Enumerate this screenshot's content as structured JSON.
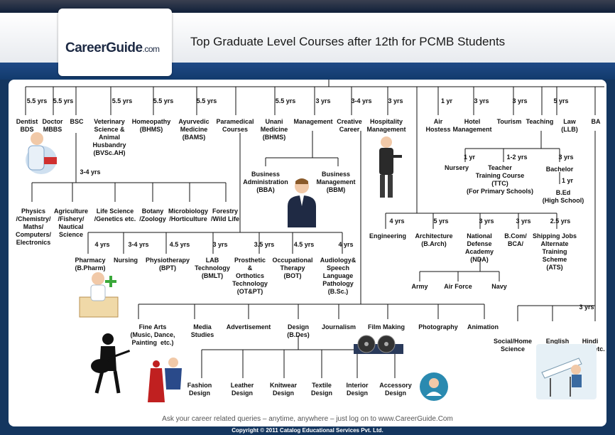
{
  "header": {
    "logo_main": "CareerGuide",
    "logo_suffix": ".com",
    "title": "Top Graduate Level Courses after 12th for PCMB Students"
  },
  "footer": {
    "tagline": "Ask your career related queries – anytime, anywhere – just log on to www.CareerGuide.Com",
    "copyright": "Copyright © 2011 Catalog Educational Services Pvt. Ltd."
  },
  "labels": {
    "d_dentist": "5.5 yrs",
    "d_doctor": "5.5 yrs",
    "d_vet": "5.5 yrs",
    "d_homeo": "5.5 yrs",
    "d_ayur": "5.5 yrs",
    "d_unani": "5.5 yrs",
    "d_mgmt": "3 yrs",
    "d_creative": "3-4 yrs",
    "d_hosp": "3 yrs",
    "d_air": "1 yr",
    "d_hotel": "3 yrs",
    "d_tourism": "3 yrs",
    "d_law": "5 yrs",
    "d_bsc": "3-4 yrs",
    "d_nursery": "1 yr",
    "d_ttc": "1-2 yrs",
    "d_bachelor": "3 yrs",
    "d_bed": "1 yr",
    "d_pharm": "4 yrs",
    "d_nursing": "3-4 yrs",
    "d_physio": "4.5 yrs",
    "d_lab": "3 yrs",
    "d_pros": "3.5 yrs",
    "d_occ": "4.5 yrs",
    "d_audio": "4 yrs",
    "d_eng": "4 yrs",
    "d_arch": "5 yrs",
    "d_nda": "3 yrs",
    "d_bcom": "3 yrs",
    "d_ship": "2.5 yrs",
    "d_ba": "3 yrs",
    "dentist": "Dentist\nBDS",
    "doctor": "Doctor\nMBBS",
    "bsc": "BSC",
    "vet": "Veterinary\nScience &\nAnimal\nHusbandry\n(BVSc.AH)",
    "homeo": "Homeopathy\n(BHMS)",
    "ayur": "Ayurvedic\nMedicine\n(BAMS)",
    "para": "Paramedical\nCourses",
    "unani": "Unani\nMedicine\n(BHMS)",
    "mgmt": "Management",
    "creative": "Creative\nCareer",
    "hosp": "Hospitality\nManagement",
    "air": "Air\nHostess",
    "hotel": "Hotel\nManagement",
    "tourism": "Tourism",
    "teaching": "Teaching",
    "law": "Law\n(LLB)",
    "ba": "BA",
    "physics": "Physics\n/Chemistry/\nMaths/\nComputers/\nElectronics",
    "agri": "Agriculture\n/Fishery/\nNautical\nScience",
    "life": "Life Science\n/Genetics etc.",
    "botany": "Botany\n/Zoology",
    "micro": "Microbiology\n/Horticulture",
    "forestry": "Forestry\n/Wild Life",
    "bba": "Business\nAdministration\n(BBA)",
    "bbm": "Business\nManagement\n(BBM)",
    "nursery": "Nursery",
    "ttc": "Teacher\nTraining Course\n(TTC)\n(For Primary Schools)",
    "bachelor": "Bachelor",
    "bed": "B.Ed\n(High School)",
    "pharm": "Pharmacy\n(B.Pharm)",
    "nursing": "Nursing",
    "physio": "Physiotherapy\n(BPT)",
    "lab": "LAB\nTechnology\n(BMLT)",
    "pros": "Prosthetic\n&\nOrthotics\nTechnology\n(OT&PT)",
    "occ": "Occupational\nTherapy\n(BOT)",
    "audio": "Audiology&\nSpeech\nLanguage\nPathology\n(B.Sc.)",
    "eng": "Engineering",
    "arch": "Architecture\n(B.Arch)",
    "nda": "National\nDefense\nAcademy\n(NDA)",
    "bcom": "B.Com/\nBCA/",
    "ship": "Shipping Jobs\nAlternate\nTraining\nScheme\n(ATS)",
    "army": "Army",
    "airforce": "Air Force",
    "navy": "Navy",
    "fine": "Fine Arts\n(Music, Dance,\nPainting  etc.)",
    "media": "Media\nStudies",
    "advert": "Advertisement",
    "design": "Design\n(B.Des)",
    "journ": "Journalism",
    "film": "Film Making",
    "photo": "Photography",
    "anim": "Animation",
    "social": "Social/Home\nScience",
    "english": "English",
    "hindi": "Hindi\n/Urdu etc.",
    "fashion": "Fashion\nDesign",
    "leather": "Leather\nDesign",
    "knit": "Knitwear\nDesign",
    "textile": "Textile\nDesign",
    "interior": "Interior\nDesign",
    "access": "Accessory\nDesign"
  },
  "icons": [
    "dentist-icon",
    "manager-icon",
    "hospitality-icon",
    "pharmacist-icon",
    "guitarist-icon",
    "film-reel-icon",
    "fashion-icon",
    "painter-icon",
    "student-icon"
  ],
  "colors": {
    "navy": "#14365f",
    "band": "#1f4a86",
    "line": "#111111"
  }
}
